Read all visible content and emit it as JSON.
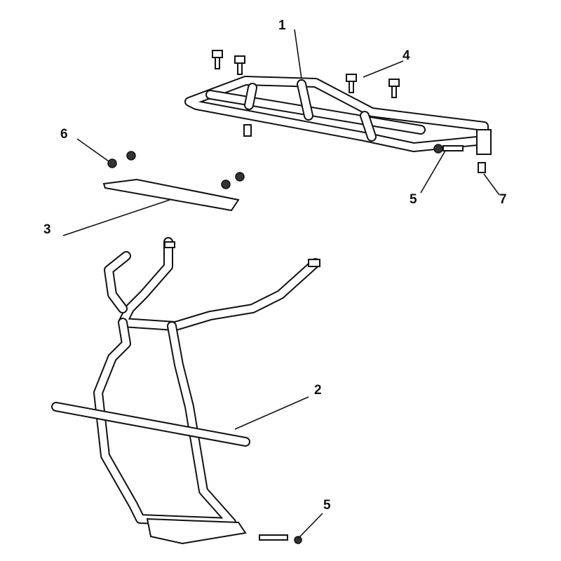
{
  "diagram": {
    "callouts": [
      {
        "id": "front-rack",
        "label": "1"
      },
      {
        "id": "bumper-frame",
        "label": "2"
      },
      {
        "id": "plate",
        "label": "3"
      },
      {
        "id": "bolt-top",
        "label": "4"
      },
      {
        "id": "bolt-side",
        "label": "5"
      },
      {
        "id": "nut",
        "label": "6"
      },
      {
        "id": "bolt-small",
        "label": "7"
      },
      {
        "id": "bolt-bottom",
        "label": "5"
      }
    ]
  }
}
